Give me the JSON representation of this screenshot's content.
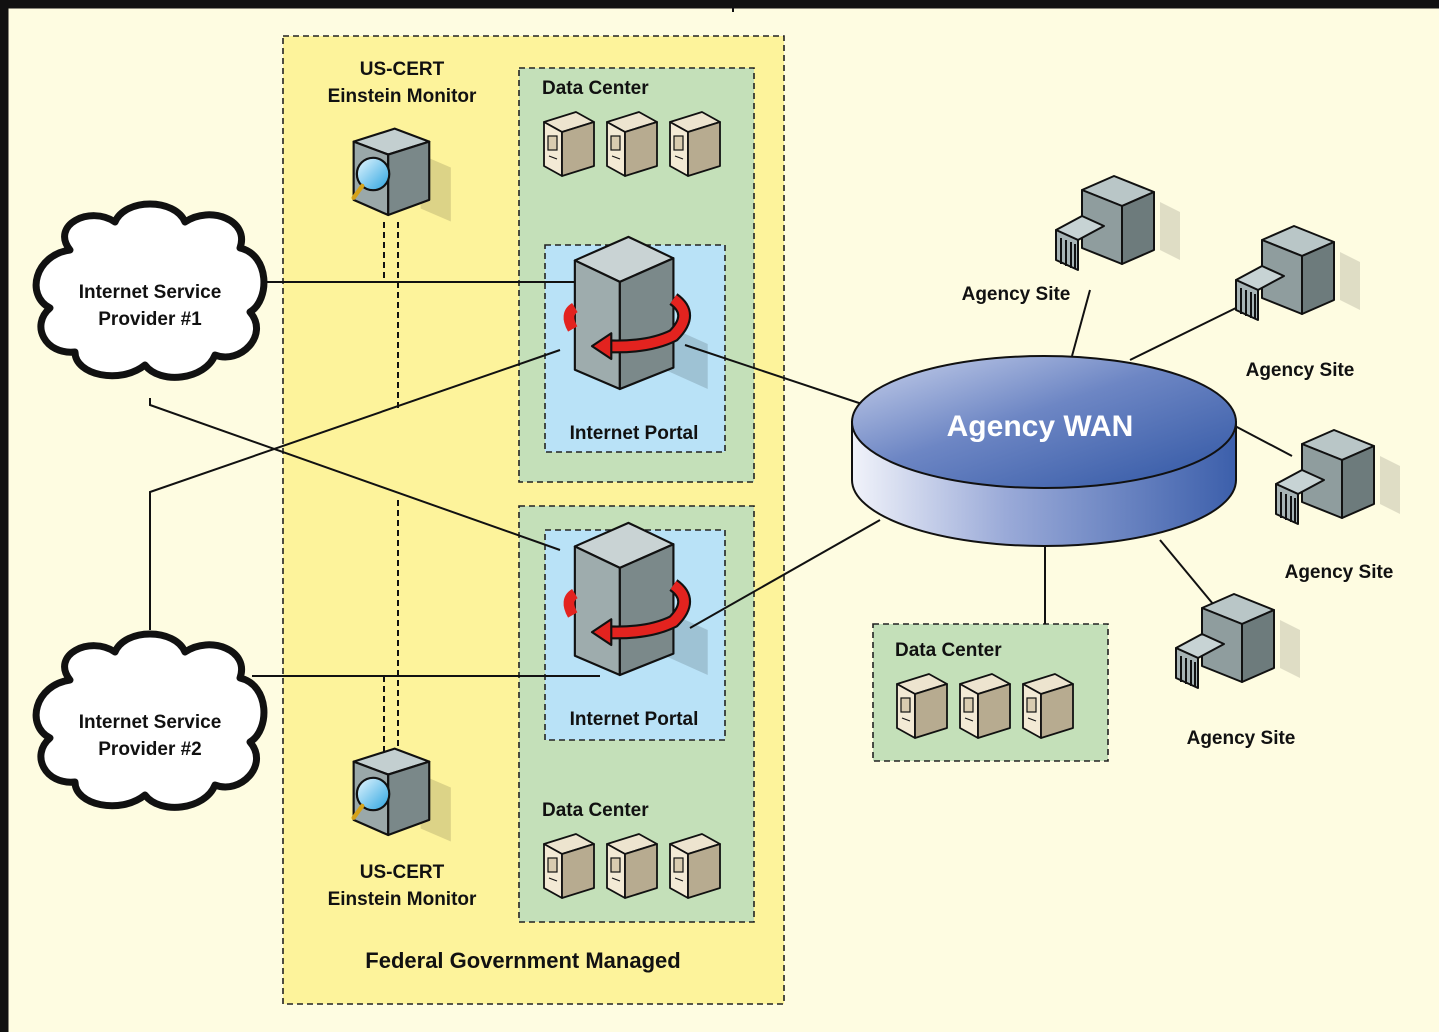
{
  "federal": {
    "label": "Federal Government Managed"
  },
  "monitor_top": {
    "line1": "US-CERT",
    "line2": "Einstein Monitor"
  },
  "monitor_bottom": {
    "line1": "US-CERT",
    "line2": "Einstein Monitor"
  },
  "datacenter_top": {
    "label": "Data Center"
  },
  "datacenter_bottom": {
    "label": "Data Center"
  },
  "datacenter_right": {
    "label": "Data Center"
  },
  "portal_top": {
    "label": "Internet Portal"
  },
  "portal_bottom": {
    "label": "Internet Portal"
  },
  "isp1": {
    "line1": "Internet Service",
    "line2": "Provider #1"
  },
  "isp2": {
    "line1": "Internet Service",
    "line2": "Provider #2"
  },
  "wan": {
    "label": "Agency WAN"
  },
  "sites": [
    {
      "label": "Agency Site"
    },
    {
      "label": "Agency Site"
    },
    {
      "label": "Agency Site"
    },
    {
      "label": "Agency Site"
    }
  ],
  "colors": {
    "background": "#fefce1",
    "federal_zone": "#fdf39b",
    "datacenter_zone": "#c4e0b9",
    "portal_zone": "#b9e2f7",
    "wan_dark": "#3e63ad",
    "wan_light": "#e6eaf6",
    "arrow": "#e3231f",
    "server": "#d9ccb0"
  }
}
